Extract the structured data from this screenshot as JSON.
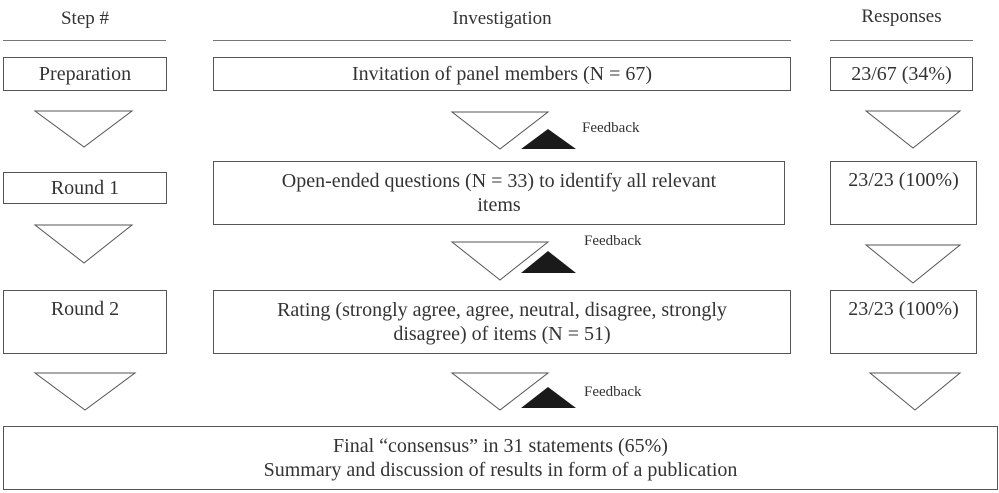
{
  "headers": {
    "step": "Step #",
    "investigation": "Investigation",
    "responses": "Responses"
  },
  "steps": [
    {
      "label": "Preparation",
      "investigation": [
        "Invitation of panel members (N = 67)"
      ],
      "response": "23/67 (34%)"
    },
    {
      "label": "Round 1",
      "investigation": [
        "Open-ended questions (N = 33) to identify all relevant",
        "items"
      ],
      "response": "23/23 (100%)"
    },
    {
      "label": "Round 2",
      "investigation": [
        "Rating (strongly agree, agree,  neutral, disagree, strongly",
        "disagree) of items (N = 51)"
      ],
      "response": "23/23 (100%)"
    }
  ],
  "feedback_label": "Feedback",
  "final": {
    "line1": "Final “consensus” in 31 statements (65%)",
    "line2": "Summary and discussion of results in form of a publication"
  },
  "colors": {
    "stroke": "#555555",
    "fill_dark": "#1a1a1a",
    "text": "#333333"
  }
}
